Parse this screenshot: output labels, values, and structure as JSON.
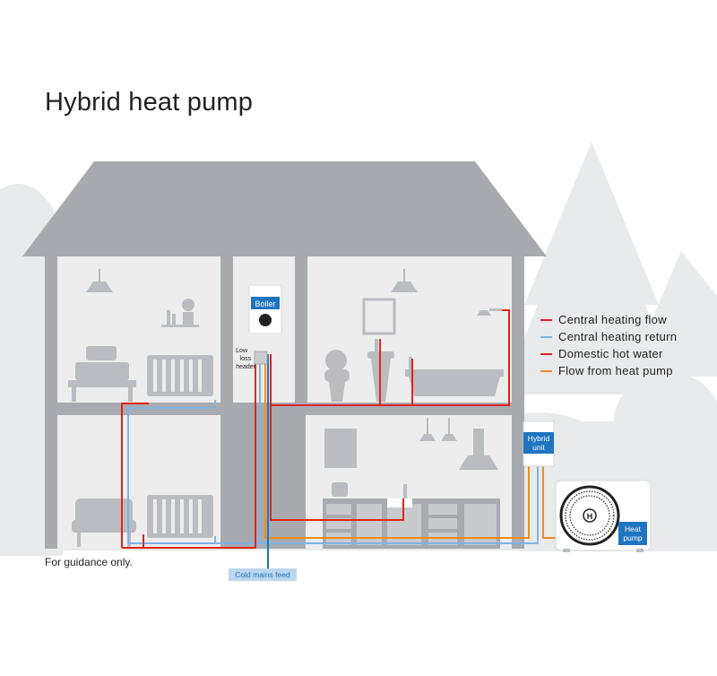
{
  "title": "Hybrid heat pump",
  "note": "For guidance only.",
  "labels": {
    "boiler": "Boiler",
    "low_loss_header_1": "Low",
    "low_loss_header_2": "loss",
    "low_loss_header_3": "header",
    "hybrid_unit_1": "Hybrid",
    "hybrid_unit_2": "unit",
    "heat_pump_1": "Heat",
    "heat_pump_2": "pump",
    "cold_mains": "Cold mains feed"
  },
  "legend": [
    {
      "label": "Central heating flow",
      "color": "#e2231a"
    },
    {
      "label": "Central heating return",
      "color": "#7fb2e2"
    },
    {
      "label": "Domestic hot water",
      "color": "#e2231a"
    },
    {
      "label": "Flow from heat pump",
      "color": "#f08c1e"
    }
  ],
  "colors": {
    "house": "#a7abb0",
    "interior": "#ededee",
    "bg_trees": "#e9eaeb",
    "furniture": "#b9bcc0",
    "label_blue": "#1f74c0",
    "cold_feed": "#1f74c0"
  },
  "icons": [
    "boiler-icon",
    "heat-pump-icon",
    "hybrid-unit-icon",
    "radiator-icon",
    "bed-icon",
    "toilet-icon",
    "bathtub-icon",
    "sink-icon",
    "sofa-icon",
    "lamp-icon",
    "shower-icon",
    "cooker-hood-icon",
    "kitchen-cabinets-icon"
  ]
}
